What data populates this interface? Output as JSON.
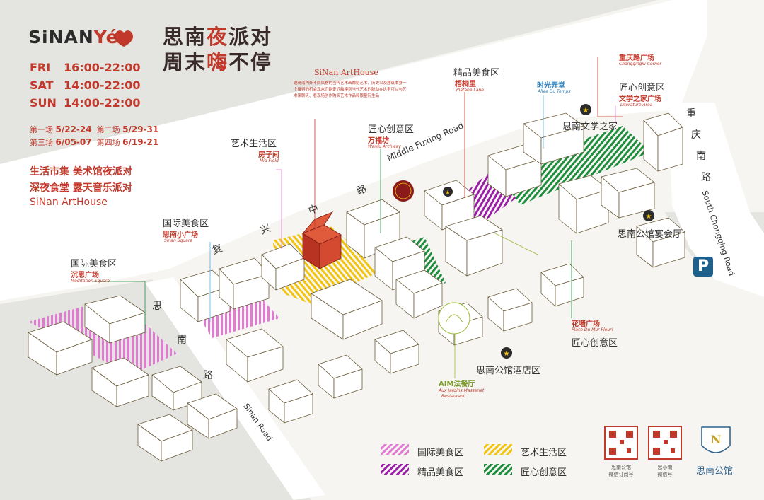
{
  "brand": {
    "name_part1": "SiNAN",
    "name_part2": "Yé"
  },
  "slogan": {
    "line1_a": "思南",
    "line1_b": "夜",
    "line1_c": "派对",
    "line2_a": "周末",
    "line2_b": "嗨",
    "line2_c": "不停"
  },
  "schedule": [
    {
      "day": "FRI",
      "time": "16:00-22:00"
    },
    {
      "day": "SAT",
      "time": "14:00-22:00"
    },
    {
      "day": "SUN",
      "time": "14:00-22:00"
    }
  ],
  "rounds": [
    {
      "label": "第一场",
      "dates": "5/22-24"
    },
    {
      "label": "第二场",
      "dates": "5/29-31"
    },
    {
      "label": "第三场",
      "dates": "6/05-07"
    },
    {
      "label": "第四场",
      "dates": "6/19-21"
    }
  ],
  "activities": {
    "line1": "生活市集  美术馆夜派对",
    "line2": "深夜食堂  露天音乐派对",
    "line3": "SiNan ArtHouse"
  },
  "arthouse": {
    "title": "SiNan ArtHouse",
    "desc": "邀请海内外不同风格的当代艺术画廊给艺术、历史以及建筑本身一个难得的机会观众们能走近触摸到当代艺术的脉动在这里可以与艺术家聊天、看现场创作购买艺术作品和限量衍生品"
  },
  "zones": {
    "arts": {
      "name": "艺术生活区",
      "cn": "房子间",
      "en": "Mid Field"
    },
    "intl_sinan": {
      "name": "国际美食区",
      "cn": "思南小广场",
      "en": "Sinan Square"
    },
    "intl_med": {
      "name": "国际美食区",
      "cn": "沉思广场",
      "en": "Meditation Square"
    },
    "crafts_wanfu": {
      "name": "匠心创意区",
      "cn": "万福坊",
      "en": "Wanfu Archway"
    },
    "fine_food": {
      "name": "精品美食区",
      "cn": "梧桐里",
      "en": "Platane Lane"
    },
    "time_lane": {
      "cn": "时光弄堂",
      "en": "Allee Du Temps"
    },
    "chongqing_corner": {
      "cn": "重庆路广场",
      "en": "Chongqinglu Corner"
    },
    "crafts_lit": {
      "name": "匠心创意区",
      "cn": "文学之家广场",
      "en": "Literature Area"
    },
    "flower": {
      "name": "匠心创意区",
      "cn": "花墙广场",
      "en": "Place Du Mur Fleuri"
    },
    "aim": {
      "cn": "AIM法餐厅",
      "en1": "Aux Jardins Massenet",
      "en2": "Restaurant"
    }
  },
  "landmarks": {
    "literature_house": "思南文学之家",
    "banquet_hall": "思南公馆宴会厅",
    "hotel": "思南公馆酒店区"
  },
  "roads": {
    "fuxing_cn": [
      "复",
      "兴",
      "中",
      "路"
    ],
    "fuxing_en": "Middle Fuxing Road",
    "chongqing_cn": [
      "重",
      "庆",
      "南",
      "路"
    ],
    "chongqing_en": "South Chongqing Road",
    "sinan_cn": [
      "思",
      "南",
      "路"
    ],
    "sinan_en": "Sinan Road"
  },
  "parking": "P",
  "legend": [
    {
      "label": "国际美食区",
      "color": "#e07ad2"
    },
    {
      "label": "艺术生活区",
      "color": "#f1c40f"
    },
    {
      "label": "精品美食区",
      "color": "#9b1ea8"
    },
    {
      "label": "匠心创意区",
      "color": "#1e8e3e"
    }
  ],
  "qr": [
    {
      "line1": "思南公馆",
      "line2": "微信订阅号"
    },
    {
      "line1": "思小南",
      "line2": "微信号"
    }
  ],
  "logo_text": "思南公馆",
  "colors": {
    "accent": "#c0392b",
    "background": "#e4e4e1",
    "road": "#ffffff"
  }
}
